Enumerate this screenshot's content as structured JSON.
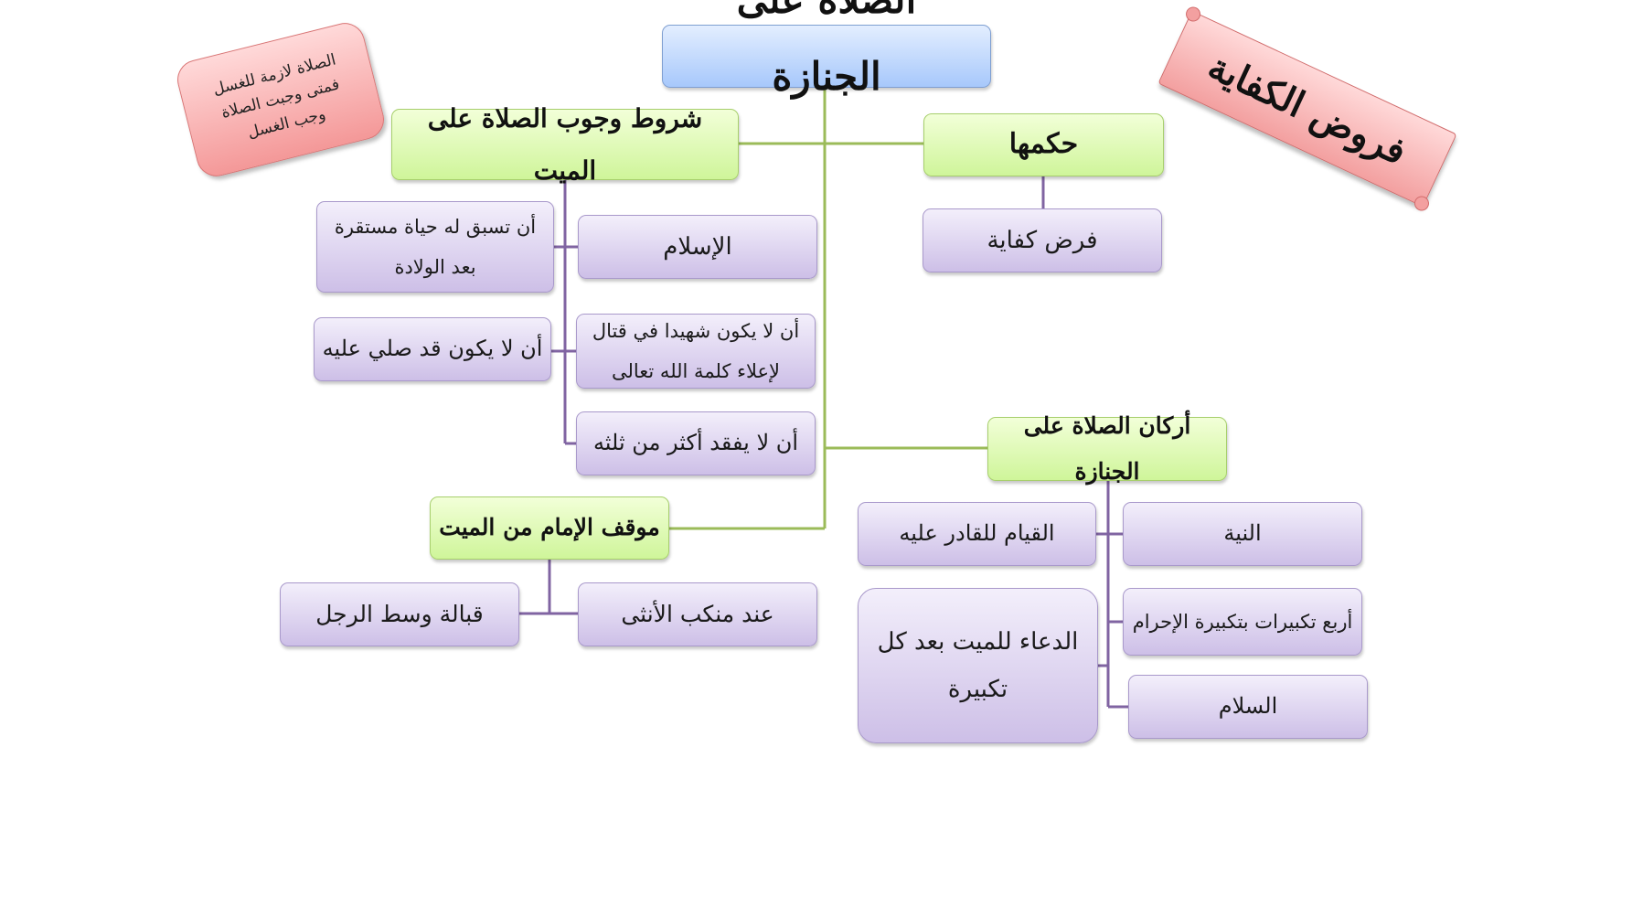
{
  "title": "الصلاة على الجنازة",
  "note": "الصلاة لازمة للغسل فمتى وجبت الصلاة وجب الغسل",
  "banner": "فروض الكفاية",
  "ruling": {
    "heading": "حكمها",
    "value": "فرض كفاية"
  },
  "conditions": {
    "heading": "شروط وجوب الصلاة على الميت",
    "items": [
      "الإسلام",
      "أن تسبق له حياة مستقرة بعد الولادة",
      "أن لا يكون شهيدا في قتال لإعلاء كلمة الله تعالى",
      "أن لا يكون قد صلي عليه",
      "أن لا يفقد أكثر من ثلثه"
    ]
  },
  "pillars": {
    "heading": "أركان الصلاة على الجنازة",
    "items": [
      "النية",
      "القيام للقادر عليه",
      "أربع تكبيرات بتكبيرة الإحرام",
      "الدعاء للميت بعد كل تكبيرة",
      "السلام"
    ]
  },
  "imam_position": {
    "heading": "موقف الإمام من الميت",
    "items": [
      "عند منكب الأنثى",
      "قبالة وسط الرجل"
    ]
  },
  "colors": {
    "green_connector": "#9bbb59",
    "purple_connector": "#8064a2"
  }
}
